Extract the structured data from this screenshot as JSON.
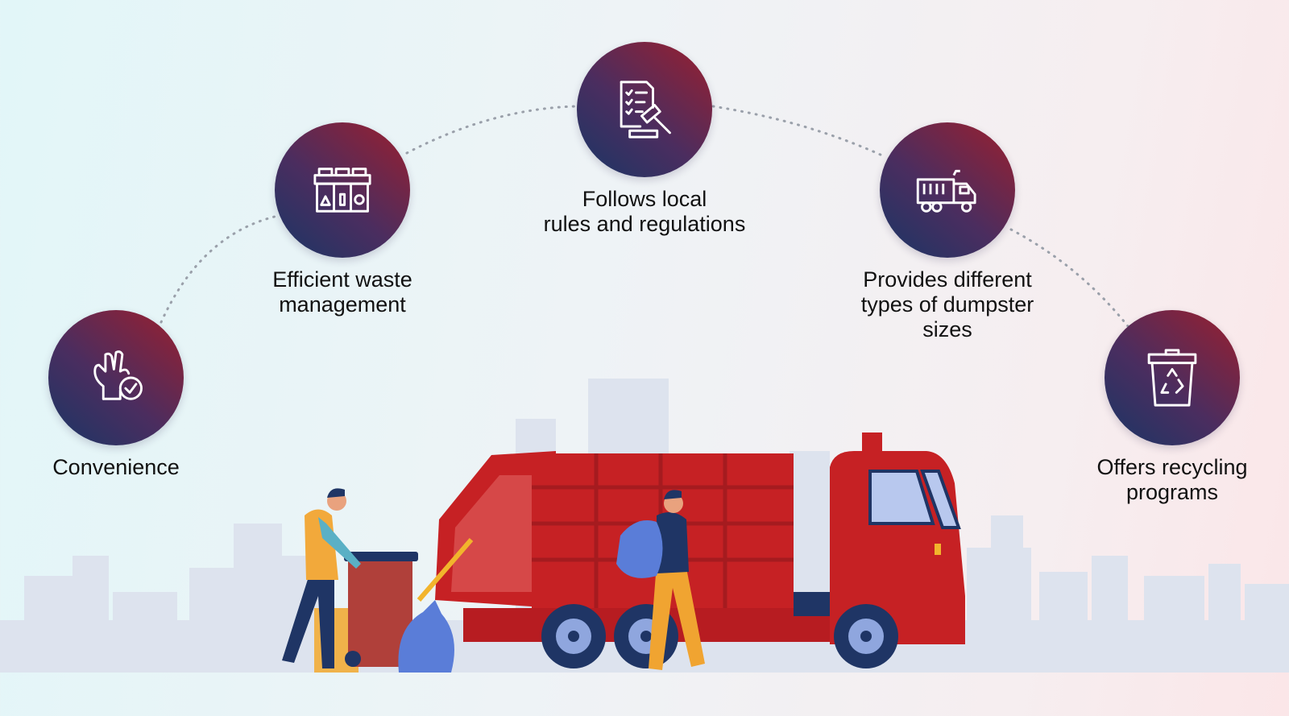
{
  "colors": {
    "circle_dark": "#1f3565",
    "circle_red": "#9b1f2e",
    "truck_red": "#c62124",
    "truck_dark_red": "#a51b1f",
    "skyline": "#dde3ee",
    "dotted_line": "#9aa0aa"
  },
  "features": [
    {
      "icon": "ok-hand-check-icon",
      "label": "Convenience"
    },
    {
      "icon": "waste-bins-icon",
      "label": "Efficient waste\nmanagement"
    },
    {
      "icon": "checklist-gavel-icon",
      "label": "Follows local\nrules and regulations"
    },
    {
      "icon": "dump-truck-icon",
      "label": "Provides different\ntypes of dumpster\nsizes"
    },
    {
      "icon": "recycling-bin-icon",
      "label": "Offers recycling\nprograms"
    }
  ],
  "illustration": {
    "subject": "garbage-truck-with-workers",
    "elements": [
      "city-skyline",
      "garbage-truck",
      "worker-with-wheelie-bin",
      "worker-carrying-bag",
      "trash-bags"
    ]
  }
}
